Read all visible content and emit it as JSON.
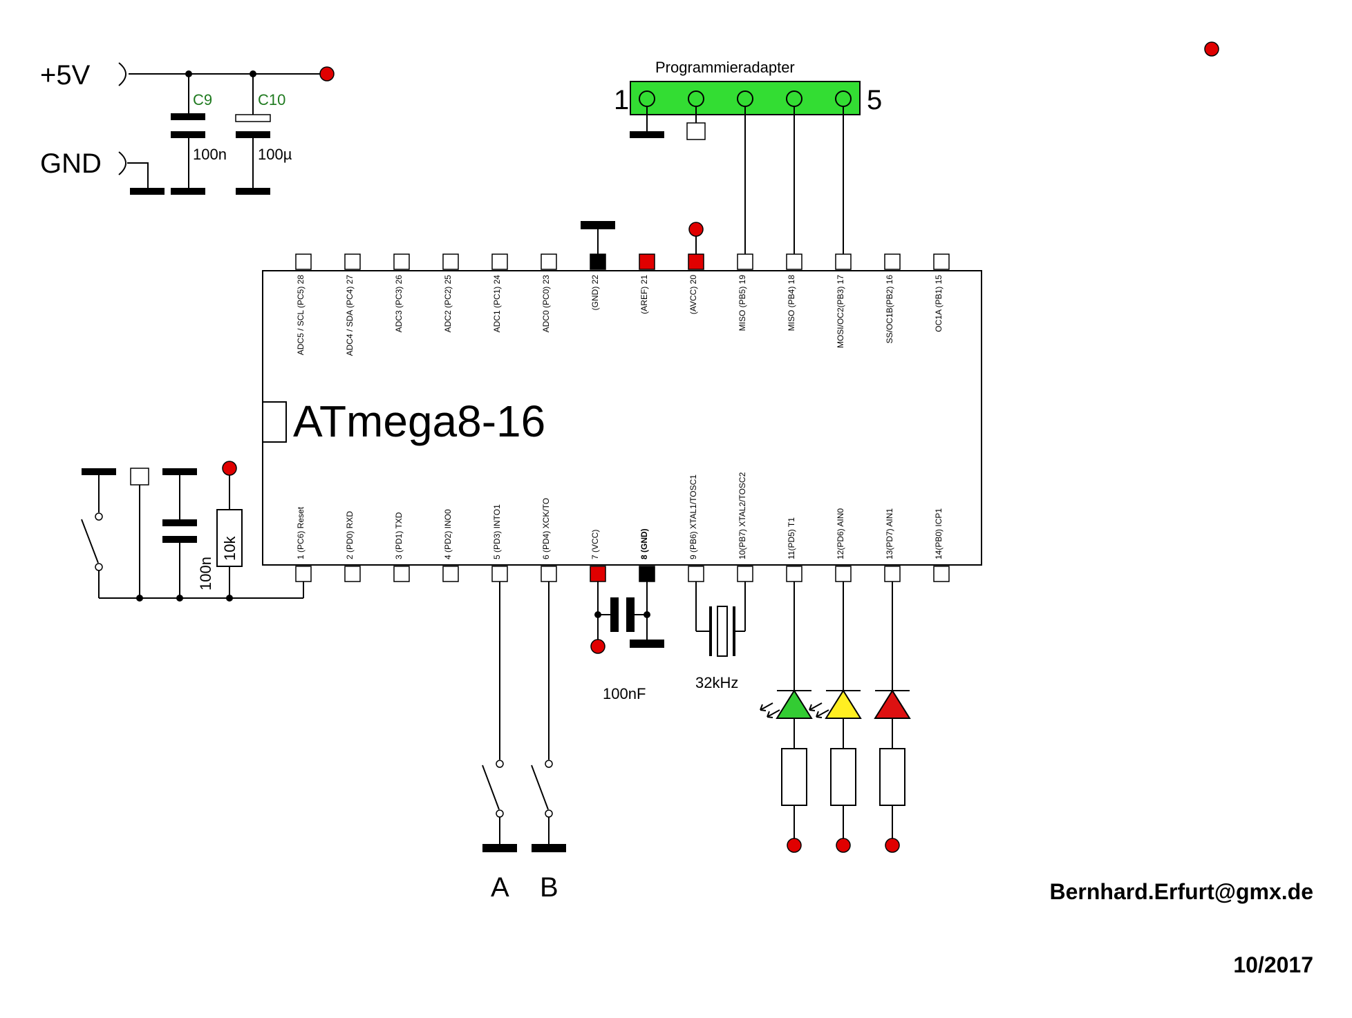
{
  "power": {
    "vcc_label": "+5V",
    "gnd_label": "GND"
  },
  "caps": {
    "c9_name": "C9",
    "c9_value": "100n",
    "c10_name": "C10",
    "c10_value": "100µ"
  },
  "programmer": {
    "title": "Programmieradapter",
    "pin_first": "1",
    "pin_last": "5",
    "color": "#33dd33"
  },
  "chip": {
    "name": "ATmega8-16",
    "top_pins": [
      "ADC5 / SCL (PC5) 28",
      "ADC4 / SDA (PC4) 27",
      "ADC3 (PC3) 26",
      "ADC2 (PC2) 25",
      "ADC1 (PC1) 24",
      "ADC0 (PC0) 23",
      "(GND) 22",
      "(AREF) 21",
      "(AVCC) 20",
      "MISO (PB5) 19",
      "MISO (PB4) 18",
      "MOSI/OC2(PB3) 17",
      "SS/OC1B(PB2) 16",
      "OC1A (PB1) 15"
    ],
    "bottom_pins": [
      "1 (PC6) Reset",
      "2 (PD0) RXD",
      "3 (PD1) TXD",
      "4 (PD2) INO0",
      "5 (PD3) INTO1",
      "6 (PD4) XCK/TO",
      "7 (VCC)",
      "8 (GND)",
      "9 (PB6) XTAL1/TOSC1",
      "10(PB7) XTAL2/TOSC2",
      "11(PD5) T1",
      "12(PD6) AIN0",
      "13(PD7) AIN1",
      "14(PB0) ICP1"
    ]
  },
  "reset": {
    "cap_value": "100n",
    "res_value": "10k"
  },
  "decoupling": {
    "value": "100nF"
  },
  "crystal": {
    "value": "32kHz"
  },
  "buttons": {
    "a_label": "A",
    "b_label": "B"
  },
  "leds": {
    "colors": [
      "#33cc33",
      "#ffee22",
      "#dd1111"
    ]
  },
  "footer": {
    "email": "Bernhard.Erfurt@gmx.de",
    "date": "10/2017"
  }
}
